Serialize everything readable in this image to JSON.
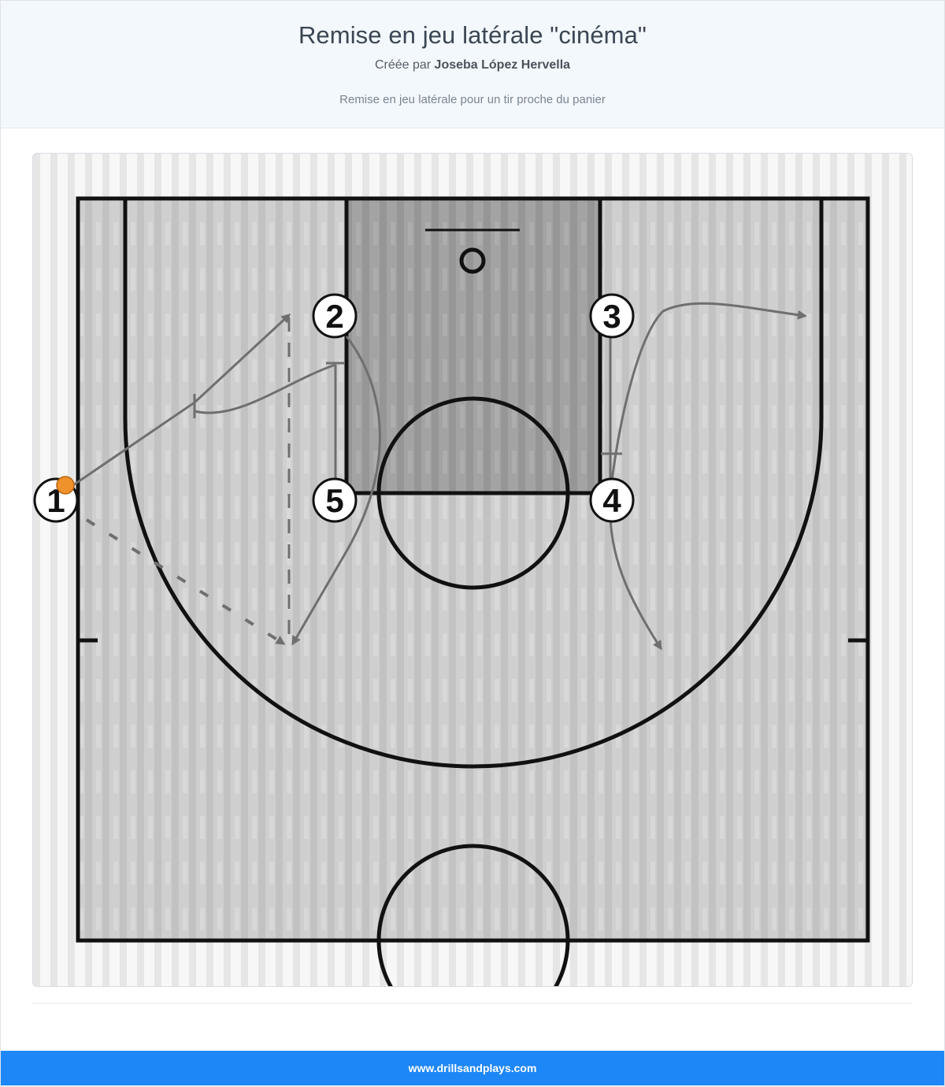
{
  "header": {
    "title": "Remise en jeu latérale \"cinéma\"",
    "created_by_prefix": "Créée par",
    "author": "Joseba López Hervella",
    "description": "Remise en jeu latérale pour un tir proche du panier"
  },
  "diagram": {
    "players": [
      {
        "id": "player-1",
        "label": "1",
        "has_ball": true
      },
      {
        "id": "player-2",
        "label": "2"
      },
      {
        "id": "player-3",
        "label": "3"
      },
      {
        "id": "player-4",
        "label": "4"
      },
      {
        "id": "player-5",
        "label": "5"
      }
    ],
    "colors": {
      "court_fill": "#c9c9c9",
      "paint_fill": "#9a9a9a",
      "lines": "#111111",
      "action_lines": "#6f6f6f",
      "ball": "#f0922b"
    }
  },
  "footer": {
    "site": "www.drillsandplays.com"
  }
}
